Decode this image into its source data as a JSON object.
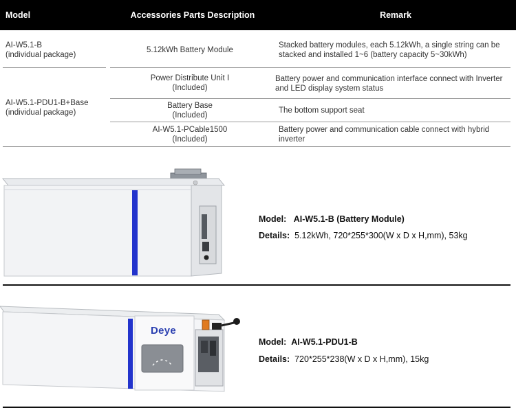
{
  "table": {
    "headers": {
      "model": "Model",
      "description": "Accessories Parts Description",
      "remark": "Remark"
    },
    "row1": {
      "model_line1": "AI-W5.1-B",
      "model_line2": "(individual package)",
      "description": "5.12kWh Battery Module",
      "remark_line1": "Stacked battery modules, each 5.12kWh, a single string can be",
      "remark_line2": "stacked and installed 1~6 (battery capacity 5~30kWh)"
    },
    "row2": {
      "model_line1": "AI-W5.1-PDU1-B+Base",
      "model_line2": "(individual package)",
      "items": [
        {
          "desc_line1": "Power Distribute Unit Ⅰ",
          "desc_line2": "(Included)",
          "remark_line1": "Battery power and communication interface connect with Inverter",
          "remark_line2": "and LED display system status"
        },
        {
          "desc_line1": "Battery Base",
          "desc_line2": "(Included)",
          "remark_line1": "The bottom support seat",
          "remark_line2": ""
        },
        {
          "desc_line1": "AI-W5.1-PCable1500",
          "desc_line2": "(Included)",
          "remark_line1": "Battery power and communication cable connect with hybrid",
          "remark_line2": "inverter"
        }
      ]
    }
  },
  "products": [
    {
      "model_label": "Model:",
      "model_value": "AI-W5.1-B (Battery Module)",
      "details_label": "Details:",
      "details_value": "5.12kWh, 720*255*300(W x D x H,mm), 53kg"
    },
    {
      "model_label": "Model:",
      "model_value": "AI-W5.1-PDU1-B",
      "details_label": "Details:",
      "details_value": "720*255*238(W x D x H,mm), 15kg",
      "brand_logo": "Deye"
    }
  ],
  "colors": {
    "header_bg": "#000000",
    "accent_blue": "#2233cc",
    "logo_blue": "#2a3fb0"
  }
}
